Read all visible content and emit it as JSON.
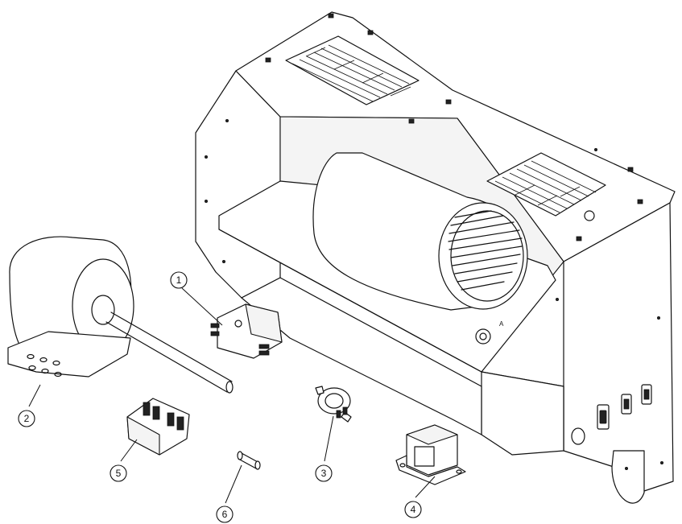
{
  "callouts": [
    {
      "id": "callout-1",
      "label": "1"
    },
    {
      "id": "callout-2",
      "label": "2"
    },
    {
      "id": "callout-3",
      "label": "3"
    },
    {
      "id": "callout-4",
      "label": "4"
    },
    {
      "id": "callout-5",
      "label": "5"
    },
    {
      "id": "callout-6",
      "label": "6"
    }
  ],
  "housing_mark": "A"
}
